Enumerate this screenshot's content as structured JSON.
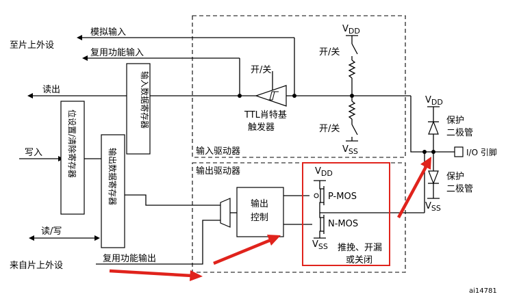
{
  "labels": {
    "to_onchip_periph": "至片上外设",
    "analog_input": "模拟输入",
    "alt_func_input": "复用功能输入",
    "read_out": "读出",
    "write_in": "写入",
    "read_write": "读/写",
    "from_onchip_periph": "来自片上外设",
    "alt_func_output": "复用功能输出",
    "input_data_register": "输入数据寄存器",
    "bit_set_reset_register": "位设置/清除寄存器",
    "output_data_register": "输出数据寄存器",
    "on_off_schmitt": "开/关",
    "ttl_schmitt_line1": "TTL肖特基",
    "ttl_schmitt_line2": "触发器",
    "on_off_pullup": "开/关",
    "on_off_pulldown": "开/关",
    "vdd_pullup": "V",
    "vdd_pullup_sub": "DD",
    "vss_pulldown": "V",
    "vss_pulldown_sub": "SS",
    "input_driver": "输入驱动器",
    "output_driver": "输出驱动器",
    "output_control_line1": "输出",
    "output_control_line2": "控制",
    "vdd_pmos": "V",
    "vdd_pmos_sub": "DD",
    "pmos": "P-MOS",
    "nmos": "N-MOS",
    "vss_nmos": "V",
    "vss_nmos_sub": "SS",
    "push_pull_line1": "推挽、开漏",
    "push_pull_line2": "或关闭",
    "vdd_protect": "V",
    "vdd_protect_sub": "DD",
    "protect_diode_top_line1": "保护",
    "protect_diode_top_line2": "二极管",
    "io_pin": "I/O 引脚",
    "protect_diode_bot_line1": "保护",
    "protect_diode_bot_line2": "二极管",
    "vss_protect": "V",
    "vss_protect_sub": "SS",
    "figure_id": "ai14781"
  },
  "colors": {
    "highlight": "#e0231c",
    "line": "#000000"
  }
}
